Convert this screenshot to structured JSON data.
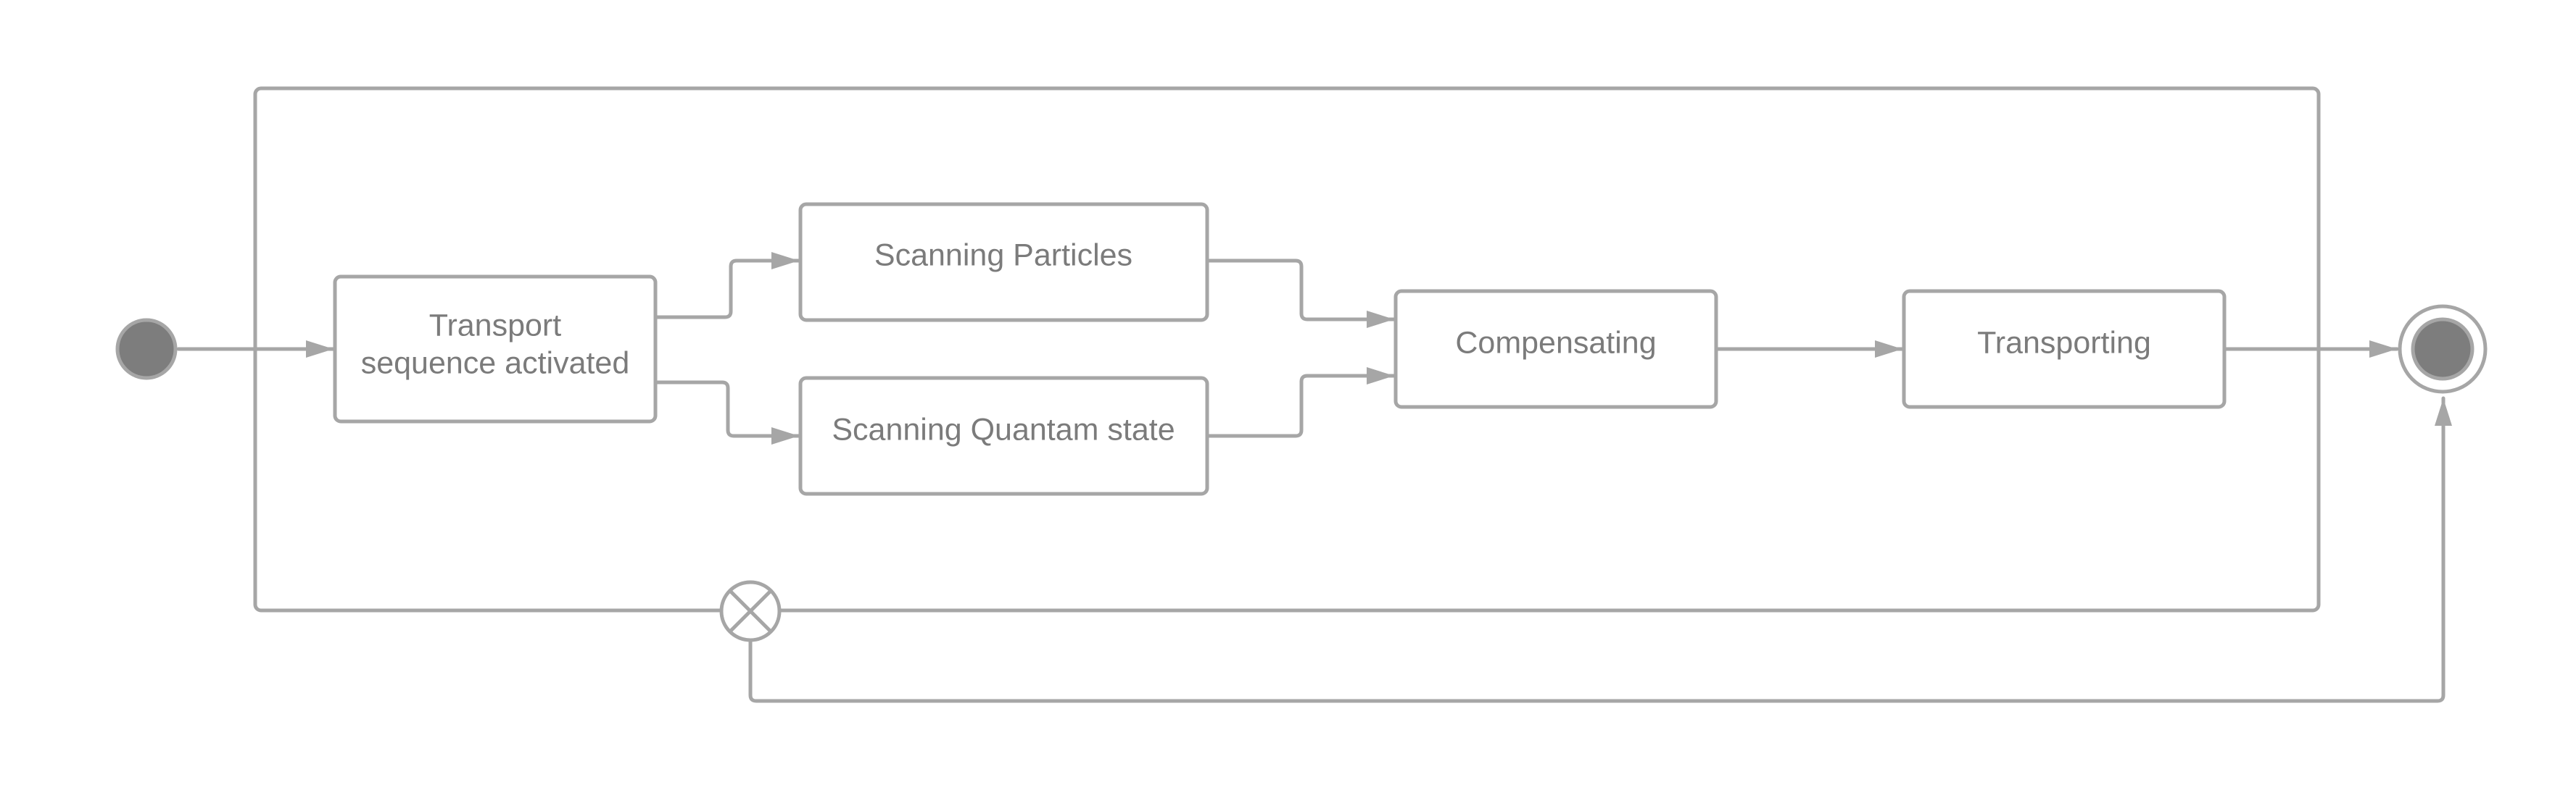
{
  "diagram": {
    "nodes": {
      "transport_activated": {
        "lines": [
          "Transport",
          "sequence activated"
        ]
      },
      "scanning_particles": {
        "label": "Scanning Particles"
      },
      "scanning_quantam": {
        "label": "Scanning Quantam state"
      },
      "compensating": {
        "label": "Compensating"
      },
      "transporting": {
        "label": "Transporting"
      }
    },
    "colors": {
      "stroke": "#a6a6a6",
      "text": "#7b7b7b",
      "node_fill": "#7d7d7d",
      "background": "#ffffff"
    },
    "icons": {
      "initial": "initial-node-icon",
      "final": "final-node-icon",
      "interrupt": "flow-final-x-icon"
    }
  }
}
